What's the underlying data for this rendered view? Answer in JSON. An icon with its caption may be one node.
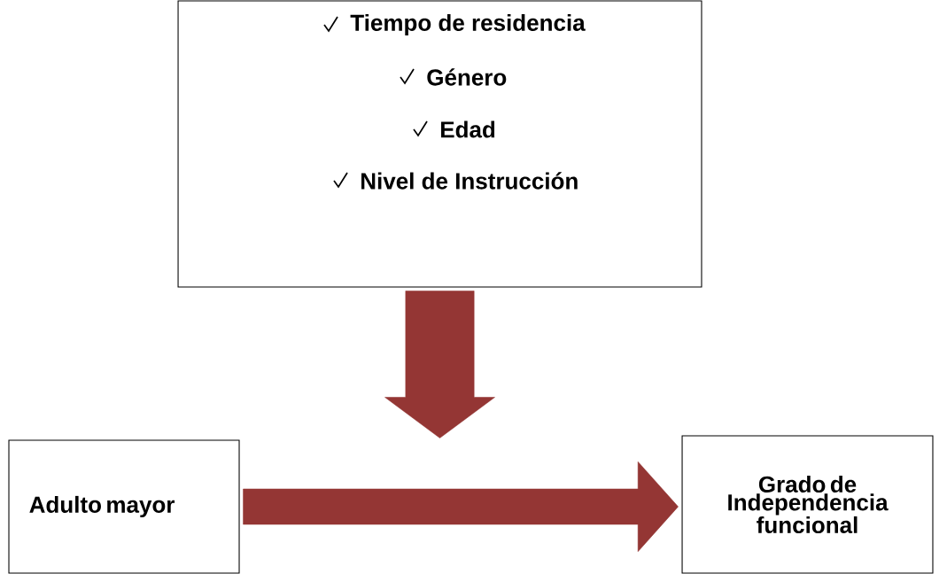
{
  "diagram": {
    "nodes": [
      {
        "text": [
          "Tiempo de residencia",
          "Género",
          "Edad",
          "Nivel de Instrucción"
        ]
      },
      {
        "text": [
          "Adulto mayor"
        ]
      },
      {
        "text": [
          "Grado de Independencia funcional"
        ]
      }
    ],
    "edges": [
      {
        "from": 0,
        "to": null,
        "arrow": "to",
        "style": "thick"
      },
      {
        "from": 1,
        "to": 2,
        "arrow": "to",
        "style": "thick"
      }
    ]
  }
}
